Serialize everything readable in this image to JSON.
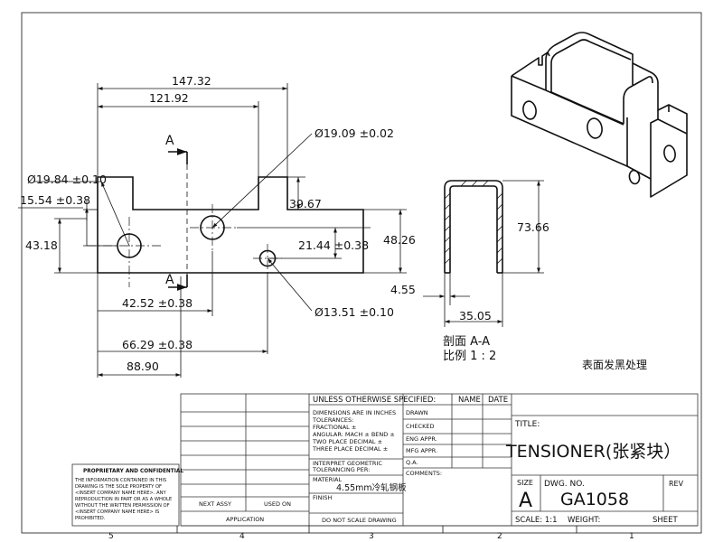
{
  "part": {
    "title_label": "TITLE:",
    "title": "TENSIONER(张紧块）",
    "size_label": "SIZE",
    "size": "A",
    "dwg_no_label": "DWG. NO.",
    "dwg_no": "GA1058",
    "rev_label": "REV",
    "scale_label": "SCALE: 1:1",
    "weight_label": "WEIGHT:",
    "sheet_label": "SHEET"
  },
  "dimensions": {
    "overall_width": "147.32",
    "flange_width": "121.92",
    "left_hole_dia": "Ø19.84 ±0.10",
    "left_hole_y": "15.54 ±0.38",
    "height_left": "43.18",
    "center_hole_dia": "Ø19.09 ±0.02",
    "slot_depth": "39.67",
    "small_hole_y": "21.44 ±0.38",
    "height_right": "48.26",
    "small_hole_dia": "Ø13.51 ±0.10",
    "center_hole_x": "42.52 ±0.38",
    "small_hole_x": "66.29 ±0.38",
    "bottom_width": "88.90",
    "section_height": "73.66",
    "thickness": "4.55",
    "section_width": "35.05"
  },
  "section": {
    "marker": "A",
    "title": "剖面 A-A",
    "scale": "比例 1 : 2"
  },
  "notes": {
    "surface": "表面发黑处理"
  },
  "title_block": {
    "unless": "UNLESS OTHERWISE SPECIFIED:",
    "name_col": "NAME",
    "date_col": "DATE",
    "dims_inches": "DIMENSIONS ARE IN INCHES",
    "tolerances": "TOLERANCES:",
    "fractional": "FRACTIONAL ±",
    "angular": "ANGULAR: MACH ±   BEND ±",
    "two_place": "TWO PLACE DECIMAL   ±",
    "three_place": "THREE PLACE DECIMAL  ±",
    "interpret": "INTERPRET GEOMETRIC",
    "tolerancing": "TOLERANCING PER:",
    "material_label": "MATERIAL",
    "material": "4.55mm冷轧钢板",
    "finish_label": "FINISH",
    "no_scale": "DO NOT SCALE DRAWING",
    "drawn": "DRAWN",
    "checked": "CHECKED",
    "eng_appr": "ENG APPR.",
    "mfg_appr": "MFG APPR.",
    "qa": "Q.A.",
    "comments": "COMMENTS:",
    "next_assy": "NEXT ASSY",
    "used_on": "USED ON",
    "application": "APPLICATION"
  },
  "proprietary": {
    "heading": "PROPRIETARY AND CONFIDENTIAL",
    "line1": "THE INFORMATION CONTAINED IN THIS",
    "line2": "DRAWING IS THE SOLE PROPERTY OF",
    "line3": "<INSERT COMPANY NAME HERE>.  ANY",
    "line4": "REPRODUCTION IN PART OR AS A WHOLE",
    "line5": "WITHOUT THE WRITTEN PERMISSION OF",
    "line6": "<INSERT COMPANY NAME HERE> IS",
    "line7": "PROHIBITED."
  },
  "zones": {
    "z5": "5",
    "z4": "4",
    "z3": "3",
    "z2": "2",
    "z1": "1"
  }
}
